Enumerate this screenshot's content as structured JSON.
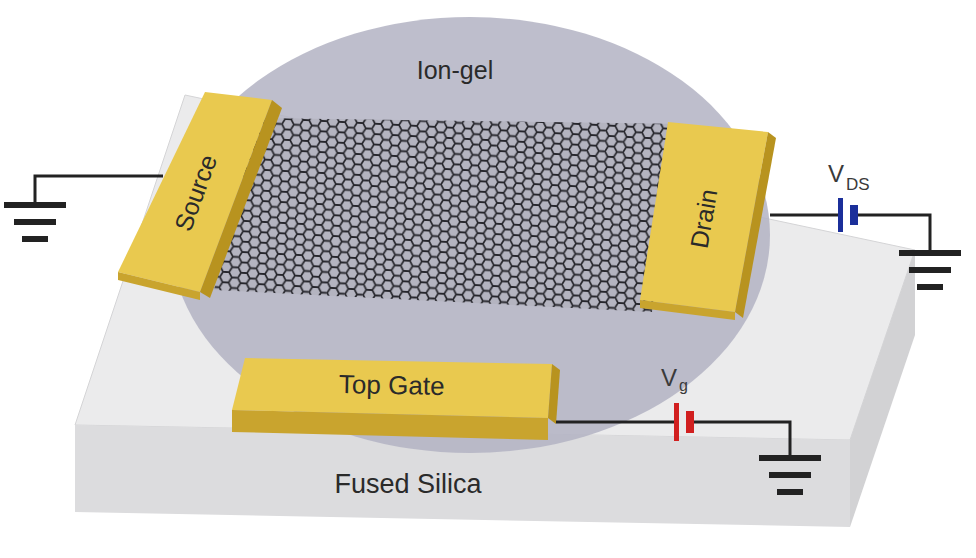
{
  "diagram": {
    "nodes": [
      {
        "text": [
          "Ion-gel"
        ]
      },
      {
        "text": [
          "Source"
        ]
      },
      {
        "text": [
          "Drain"
        ]
      },
      {
        "text": [
          "Top Gate"
        ]
      },
      {
        "text": [
          "Fused Silica"
        ]
      }
    ],
    "labels": [
      "V",
      "DS",
      "V",
      "g"
    ]
  }
}
